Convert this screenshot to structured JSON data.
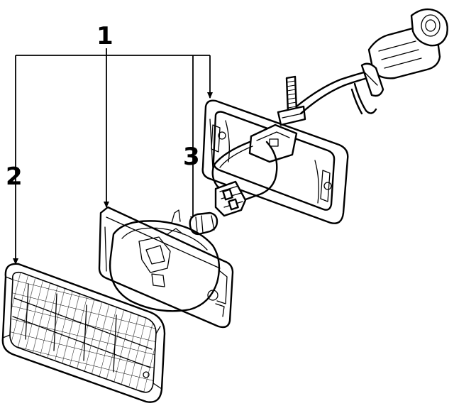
{
  "callouts": {
    "one": "1",
    "two": "2",
    "three": "3"
  },
  "colors": {
    "ink": "#000000",
    "background": "#ffffff"
  }
}
